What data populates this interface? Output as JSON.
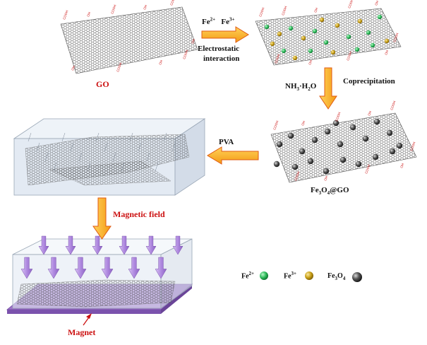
{
  "colors": {
    "arrow_fill": "#f6a31b",
    "arrow_stroke": "#e05a12",
    "label_red": "#cc1111",
    "fe2": "#2dbb5a",
    "fe3": "#c8a016",
    "fe3o4": "#3a3a3a",
    "magnet": "#9d72c8",
    "block": "#dfe7f1",
    "magnet_arrow": "#b58ee0"
  },
  "labels": {
    "go": "GO",
    "step1_fe2": "Fe2+",
    "step1_fe3": "Fe3+",
    "step1_line1": "Electrostatic",
    "step1_line2": "interaction",
    "step2_reagent": "NH3·H2O",
    "step2_name": "Coprecipitation",
    "fe3o4go": "Fe3O4@GO",
    "step3": "PVA",
    "step4": "Magnetic field",
    "magnet": "Magnet",
    "legend_fe2": "Fe2+",
    "legend_fe3": "Fe3+",
    "legend_fe3o4": "Fe3O4"
  },
  "sheet_markers": {
    "go": [
      "COOH",
      "OH",
      "COOH",
      "OH",
      "COOH",
      "OH",
      "COOH",
      "OH",
      "COOH",
      "OH"
    ],
    "fe_ion": [
      "COOH",
      "COOH",
      "OH",
      "COOH",
      "OH",
      "COOH",
      "OH",
      "COOH",
      "OH",
      "COOH"
    ],
    "fe3o4go": [
      "COOH",
      "OH",
      "COOH",
      "OH",
      "COOH",
      "COOH",
      "OH",
      "COOH",
      "OH",
      "COOH"
    ]
  },
  "icons": {
    "flow_arrow": "block-arrow-icon",
    "down_arrow": "magnetic-arrow-icon",
    "sphere": "sphere-icon"
  }
}
